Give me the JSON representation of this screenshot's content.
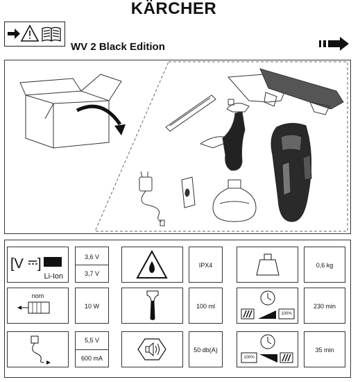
{
  "brand": {
    "logo": "KÄRCHER"
  },
  "product": {
    "title": "WV 2 Black Edition"
  },
  "specs": {
    "voltage": {
      "top": "3,6 V",
      "bottom": "3,7 V",
      "battery_label": "Li-Ion"
    },
    "power": {
      "value": "10 W",
      "motor_label": "nom"
    },
    "charger": {
      "top": "5,5 V",
      "bottom": "600 mA"
    },
    "protection": {
      "value": "IPX4"
    },
    "tank": {
      "value": "100 ml"
    },
    "noise": {
      "value": "50 db(A)"
    },
    "weight": {
      "value": "0,6 kg"
    },
    "charge_time": {
      "value": "230 min",
      "battery_full": "100%"
    },
    "run_time": {
      "value": "35 min",
      "battery_full": "100%"
    }
  }
}
